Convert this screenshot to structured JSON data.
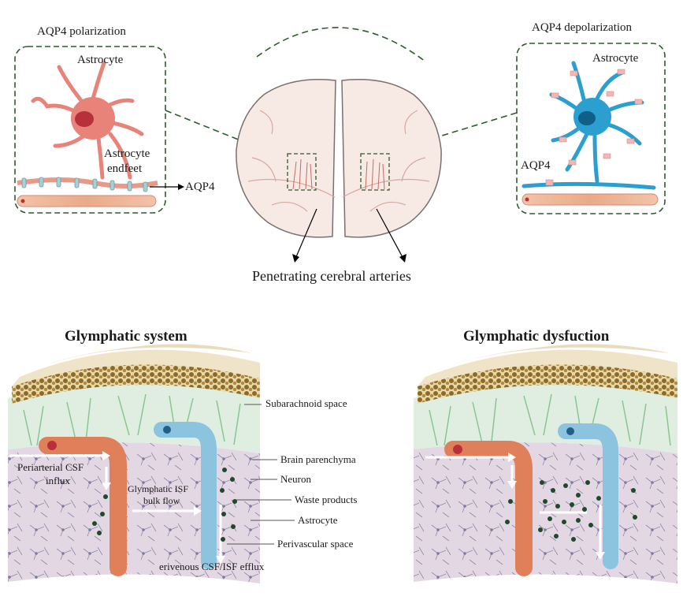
{
  "top": {
    "left_panel": {
      "title": "AQP4 polarization",
      "astrocyte_label": "Astrocyte",
      "endfeet_label_line1": "Astrocyte",
      "endfeet_label_line2": "endfeet",
      "aqp4_label": "AQP4"
    },
    "right_panel": {
      "title": "AQP4 depolarization",
      "astrocyte_label": "Astrocyte",
      "aqp4_label": "AQP4"
    },
    "center": {
      "arteries_label": "Penetrating cerebral arteries"
    }
  },
  "bottom": {
    "left": {
      "title": "Glymphatic system",
      "labels": {
        "subarachnoid": "Subarachnoid space",
        "parenchyma": "Brain parenchyma",
        "neuron": "Neuron",
        "waste": "Waste products",
        "astrocyte": "Astrocyte",
        "perivascular": "Perivascular space",
        "influx_line1": "Periarterial CSF",
        "influx_line2": "influx",
        "bulk_line1": "Glymphatic ISF",
        "bulk_line2": "bulk flow",
        "efflux": "erivenous CSF/ISF efflux"
      }
    },
    "right": {
      "title": "Glymphatic dysfuction"
    }
  },
  "colors": {
    "astrocyte_polarized": "#e8837a",
    "astrocyte_depolarized": "#2a9fd0",
    "dashed_frame": "#2f5a2f",
    "artery": "#e0805a",
    "vein": "#8cc3de",
    "waste": "#1e4a2a",
    "tissue": "#e6dce6"
  }
}
